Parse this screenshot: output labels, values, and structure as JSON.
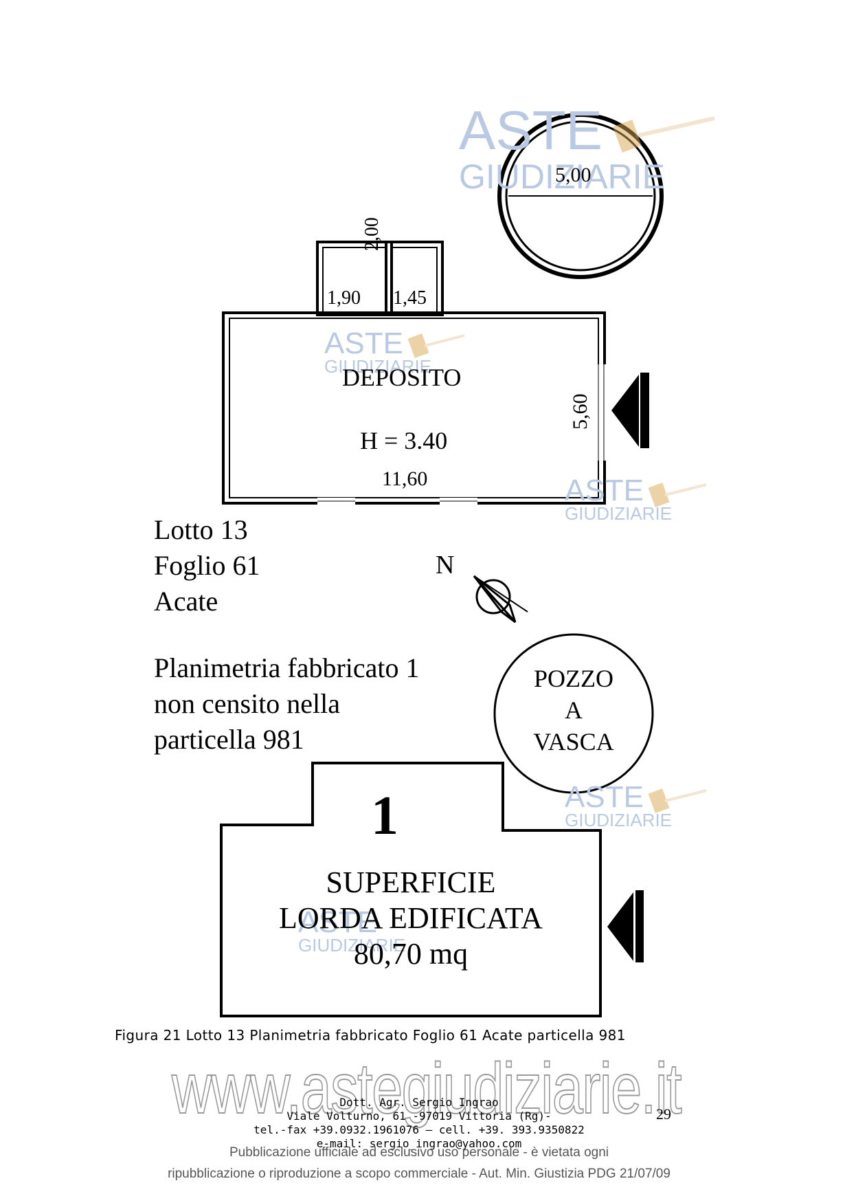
{
  "floorplan": {
    "room_name": "DEPOSITO",
    "height_label": "H = 3.40",
    "width_dim": "11,60",
    "depth_dim": "5,60",
    "annex_depth_dim": "2,00",
    "annex1_width_dim": "1,90",
    "annex2_width_dim": "1,45",
    "tank_diameter_dim": "5,00",
    "north_label": "N"
  },
  "lot_info": {
    "lines": [
      "Lotto 13",
      "Foglio 61",
      "Acate"
    ]
  },
  "plan_description": {
    "lines": [
      "Planimetria fabbricato 1",
      "non censito nella",
      "particella 981"
    ]
  },
  "well": {
    "lines": [
      "POZZO",
      "A",
      "VASCA"
    ]
  },
  "building_summary": {
    "number": "1",
    "lines": [
      "SUPERFICIE",
      "LORDA EDIFICATA",
      "80,70 mq"
    ]
  },
  "caption": "Figura 21 Lotto 13 Planimetria fabbricato Foglio 61 Acate particella 981",
  "page_number": "29",
  "footer": {
    "lines": [
      "Dott. Agr. Sergio Ingrao",
      "Viale Volturno, 61 -97019 Vittoria (Rg)-",
      "tel.-fax +39.0932.1961076 – cell. +39. 393.9350822",
      "e-mail: sergio_ingrao@yahoo.com"
    ]
  },
  "watermarks": {
    "site": "www.astegiudiziarie.it",
    "brand_top": "ASTE",
    "brand_bottom": "GIUDIZIARIE"
  },
  "disclaimer": {
    "lines": [
      "Pubblicazione ufficiale ad esclusivo uso personale - è vietata ogni",
      "ripubblicazione o riproduzione a scopo commerciale - Aut. Min. Giustizia PDG 21/07/09"
    ]
  },
  "colors": {
    "ink": "#000000",
    "watermark_blue": "#b9c9e3",
    "watermark_gray": "#9a9a9a"
  }
}
